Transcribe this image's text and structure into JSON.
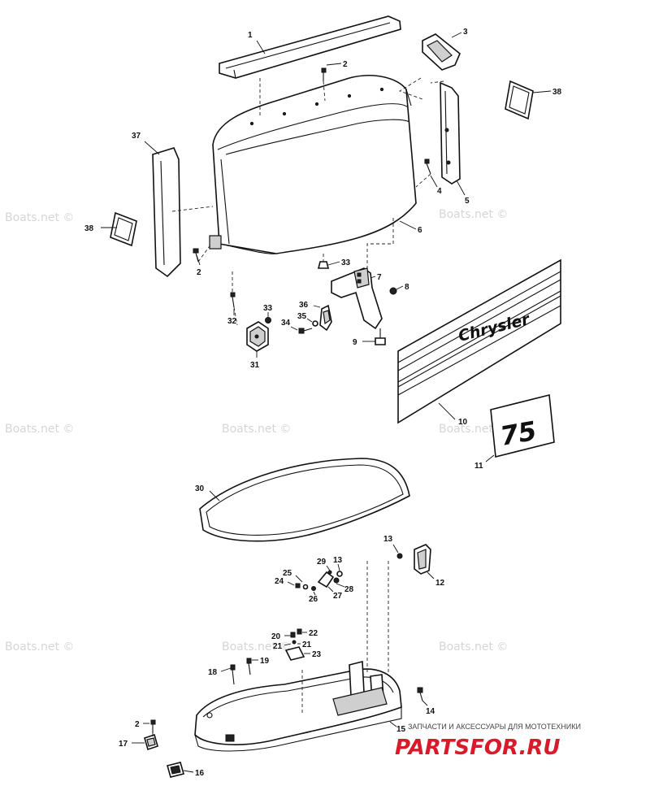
{
  "watermark": "Boats.net ©",
  "decal_brand": "Chrysler",
  "decal_hp": "75",
  "shop": {
    "tagline": "ЗАПЧАСТИ И АКСЕССУАРЫ ДЛЯ МОТОТЕХНИКИ",
    "logo": "PARTSFOR.RU"
  },
  "callouts": {
    "c1": "1",
    "c2a": "2",
    "c2b": "2",
    "c2c": "2",
    "c3": "3",
    "c4": "4",
    "c5": "5",
    "c6": "6",
    "c7": "7",
    "c8": "8",
    "c9": "9",
    "c10": "10",
    "c11": "11",
    "c12": "12",
    "c13a": "13",
    "c13b": "13",
    "c14": "14",
    "c15": "15",
    "c16": "16",
    "c17": "17",
    "c18": "18",
    "c19": "19",
    "c20": "20",
    "c21a": "21",
    "c21b": "21",
    "c22": "22",
    "c23": "23",
    "c24": "24",
    "c25": "25",
    "c26": "26",
    "c27": "27",
    "c28": "28",
    "c29": "29",
    "c30": "30",
    "c31": "31",
    "c32": "32",
    "c33a": "33",
    "c33b": "33",
    "c34": "34",
    "c35": "35",
    "c36": "36",
    "c37": "37",
    "c38a": "38",
    "c38b": "38"
  }
}
